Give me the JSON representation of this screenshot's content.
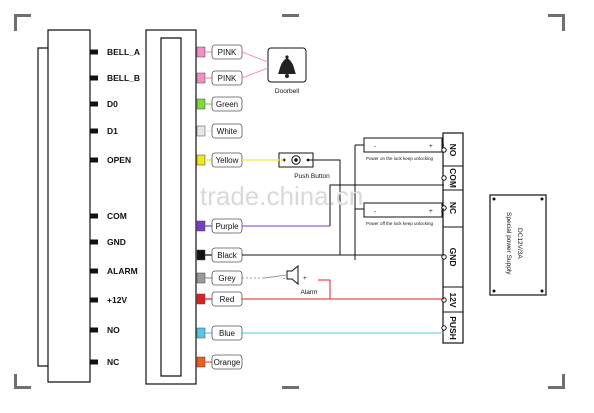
{
  "left_terminals": [
    "BELL_A",
    "BELL_B",
    "D0",
    "D1",
    "OPEN",
    "COM",
    "GND",
    "ALARM",
    "+12V",
    "NO",
    "NC"
  ],
  "wires": [
    {
      "label": "PINK",
      "color": "#f48fc4"
    },
    {
      "label": "PINK",
      "color": "#f48fc4"
    },
    {
      "label": "Green",
      "color": "#7ddc3c"
    },
    {
      "label": "White",
      "color": "#e6e6e6"
    },
    {
      "label": "Yellow",
      "color": "#f2e61a"
    },
    {
      "label": "Purple",
      "color": "#7a3dc8"
    },
    {
      "label": "Black",
      "color": "#111111"
    },
    {
      "label": "Grey",
      "color": "#9a9a9a"
    },
    {
      "label": "Red",
      "color": "#e02020"
    },
    {
      "label": "Blue",
      "color": "#55c8e8"
    },
    {
      "label": "Orange",
      "color": "#f25c1c"
    }
  ],
  "doorbell_label": "Doorbell",
  "push_button_label": "Push Button",
  "alarm_label": "Alarm",
  "lock_on_text": "Power on the lock keep unlocking",
  "lock_off_text": "Power off the lock keep unlocking",
  "right_terminals": [
    "NO",
    "COM",
    "NC",
    "GND",
    "12V",
    "PUSH"
  ],
  "power_supply_lines": [
    "DC12V/3A",
    "Special power Supply"
  ],
  "watermark": "trade.china.cn"
}
